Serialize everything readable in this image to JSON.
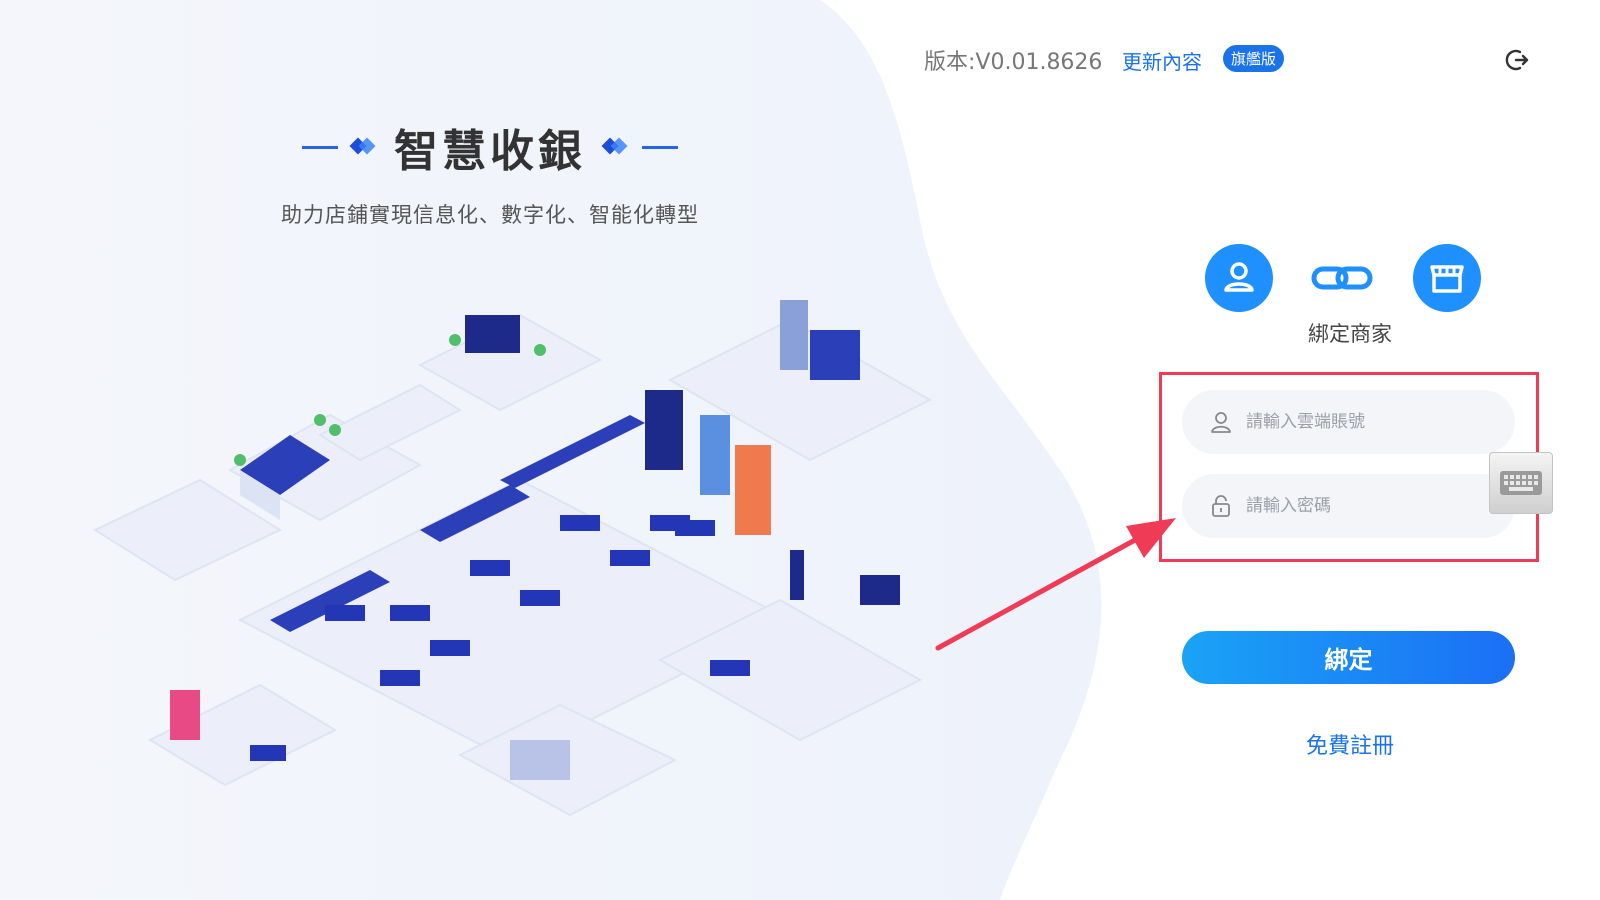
{
  "header": {
    "version_text": "版本:V0.01.8626",
    "update_link": "更新內容",
    "edition_badge": "旗艦版",
    "exit_icon": "exit-icon"
  },
  "hero": {
    "title": "智慧收銀",
    "subtitle": "助力店鋪實現信息化、數字化、智能化轉型"
  },
  "bind": {
    "user_icon": "user-icon",
    "link_icon": "link-icon",
    "shop_icon": "store-icon",
    "caption": "綁定商家"
  },
  "form": {
    "account_placeholder": "請輸入雲端賬號",
    "account_value": "",
    "password_placeholder": "請輸入密碼",
    "password_value": "",
    "submit_label": "綁定",
    "register_link": "免費註冊"
  },
  "colors": {
    "accent": "#1a73e8",
    "button_start": "#1aa3f6",
    "button_end": "#1b6ff5",
    "highlight": "#ef3b55"
  }
}
